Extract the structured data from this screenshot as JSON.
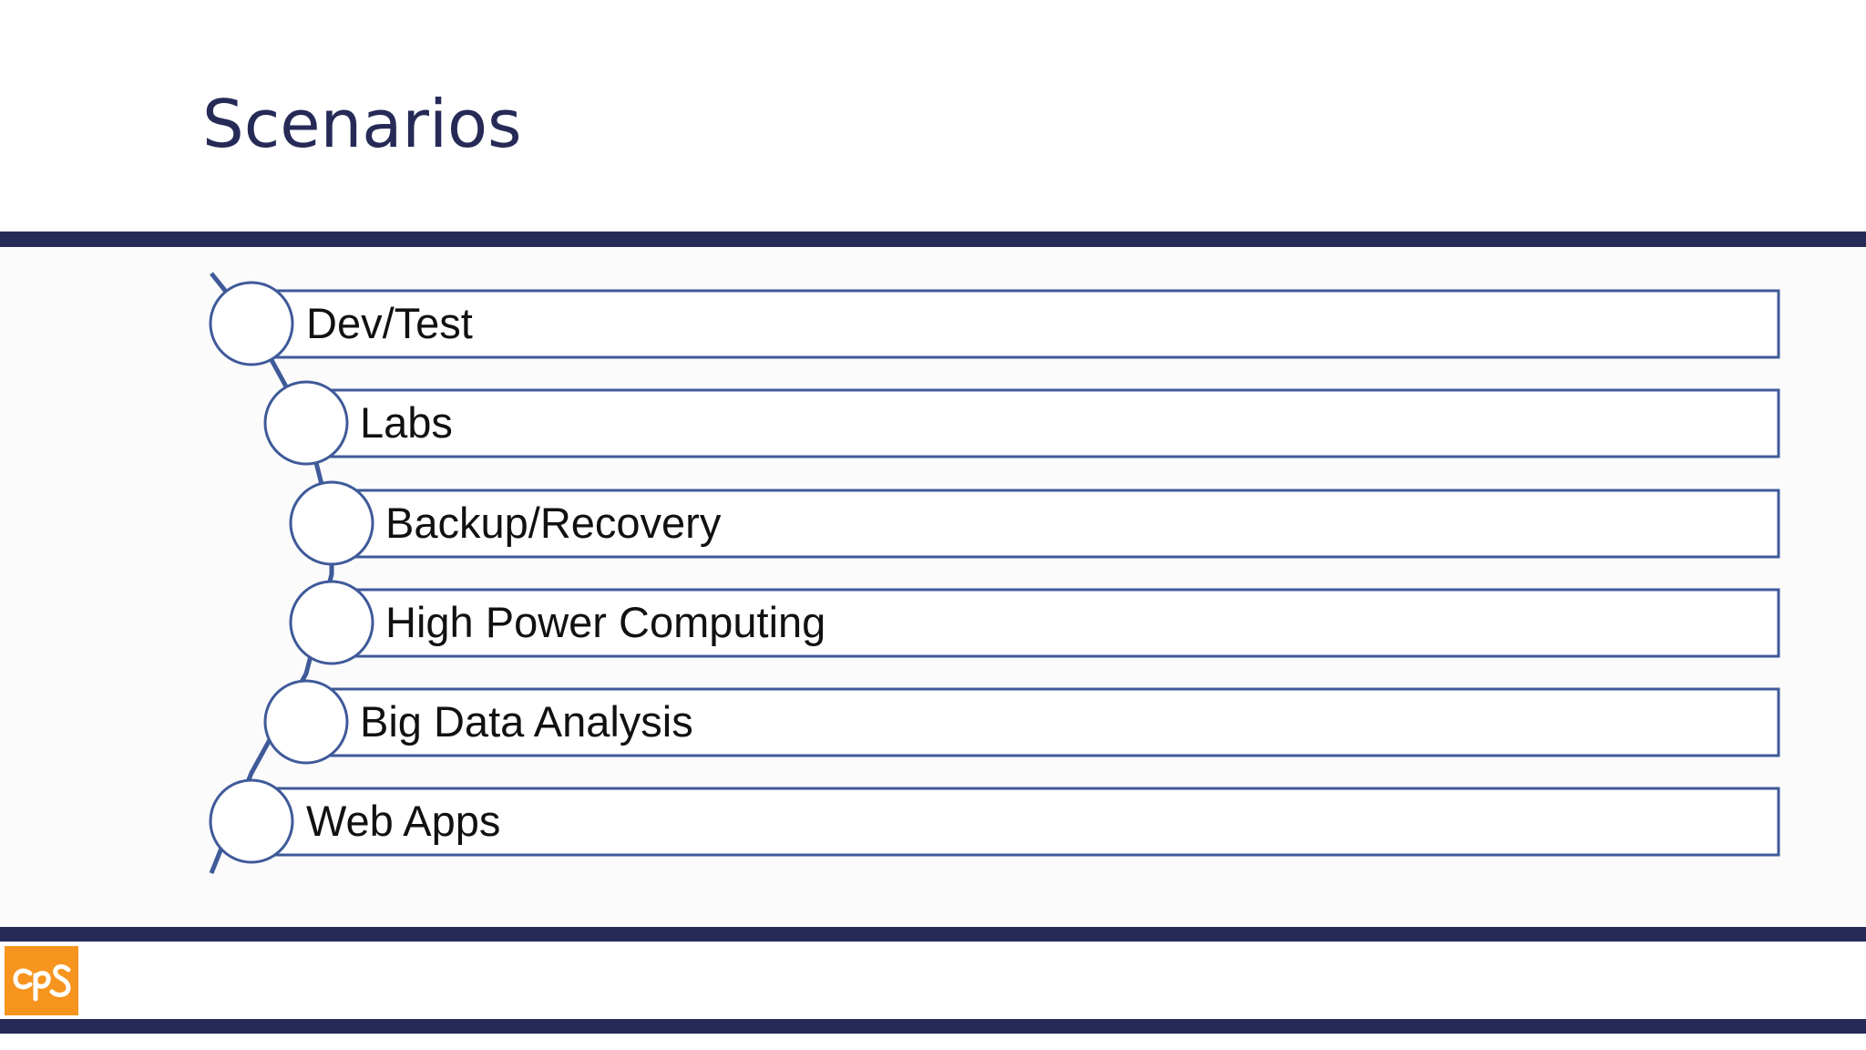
{
  "slide": {
    "title": "Scenarios",
    "colors": {
      "navy": "#252a57",
      "outline": "#3f5a99",
      "accent_logo": "#f7941d"
    },
    "scenarios": [
      {
        "label": "Dev/Test"
      },
      {
        "label": "Labs"
      },
      {
        "label": "Backup/Recovery"
      },
      {
        "label": "High Power Computing"
      },
      {
        "label": "Big Data Analysis"
      },
      {
        "label": "Web Apps"
      }
    ],
    "logo": {
      "icon": "cps-logo"
    }
  }
}
